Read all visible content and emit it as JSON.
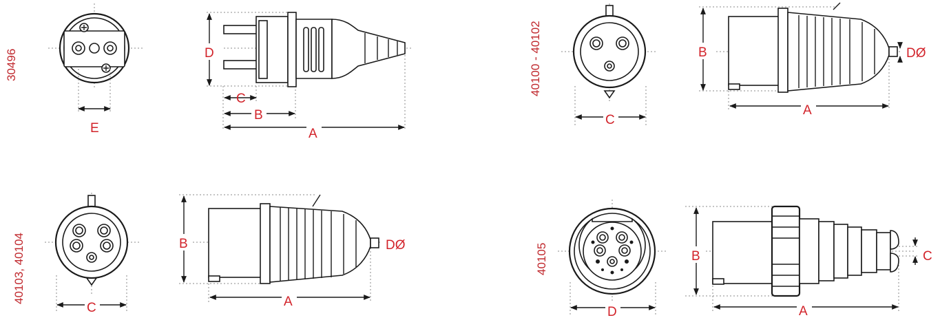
{
  "codes": {
    "schuko": "30496",
    "p3": "40100 - 40102",
    "p4": "40103, 40104",
    "p5": "40105"
  },
  "dims": {
    "schuko": {
      "A": "A",
      "B": "B",
      "C": "C",
      "D": "D",
      "E": "E"
    },
    "p3": {
      "A": "A",
      "B": "B",
      "C": "C",
      "D": "DØ"
    },
    "p4": {
      "A": "A",
      "B": "B",
      "C": "C",
      "D": "DØ"
    },
    "p5": {
      "A": "A",
      "B": "B",
      "C": "C",
      "D": "D"
    }
  },
  "colors": {
    "label": "#d2232a",
    "line": "#1a1a1a",
    "guide": "#8a8a8a"
  }
}
